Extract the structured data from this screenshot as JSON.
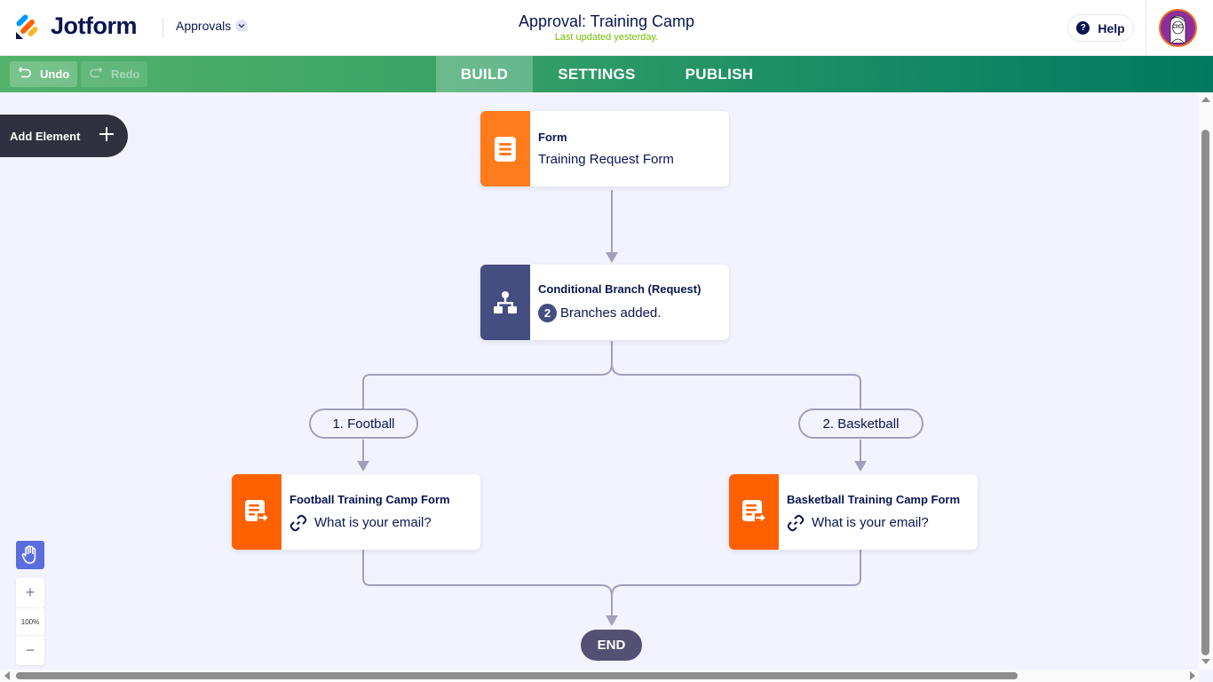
{
  "header": {
    "brand": "Jotform",
    "product_menu": "Approvals",
    "title": "Approval: Training Camp",
    "subtitle": "Last updated yesterday.",
    "help_label": "Help"
  },
  "toolbar": {
    "undo_label": "Undo",
    "redo_label": "Redo",
    "tabs": [
      {
        "label": "BUILD",
        "active": true
      },
      {
        "label": "SETTINGS",
        "active": false
      },
      {
        "label": "PUBLISH",
        "active": false
      }
    ]
  },
  "canvas": {
    "add_element_label": "Add Element",
    "nodes": {
      "form": {
        "title": "Form",
        "subtitle": "Training Request Form",
        "icon": "form-icon",
        "color": "#ff7b1c"
      },
      "branch": {
        "title": "Conditional Branch (Request)",
        "count": "2",
        "subtitle": "Branches added.",
        "icon": "branch-icon",
        "color": "#454e80"
      },
      "football": {
        "title": "Football Training Camp Form",
        "subtitle": "What is your email?",
        "icon": "form-assign-icon",
        "color": "#ff6100"
      },
      "basketball": {
        "title": "Basketball Training Camp Form",
        "subtitle": "What is your email?",
        "icon": "form-assign-icon",
        "color": "#ff6100"
      }
    },
    "branches": [
      {
        "label": "1. Football"
      },
      {
        "label": "2. Basketball"
      }
    ],
    "end_label": "END"
  },
  "zoom_controls": {
    "zoom_in": "+",
    "zoom_level": "100%",
    "zoom_out": "−"
  }
}
